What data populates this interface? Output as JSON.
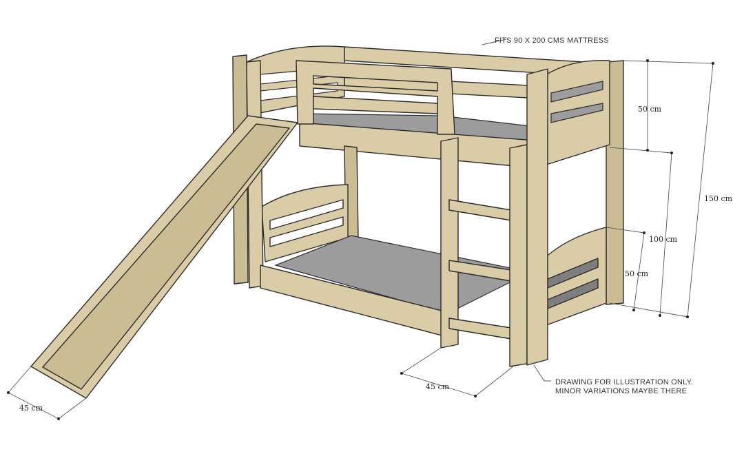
{
  "notes": {
    "mattress": "FITS 90 X 200 CMS MATTRESS",
    "disclaimer_line1": "DRAWING FOR ILLUSTRATION ONLY.",
    "disclaimer_line2": "MINOR VARIATIONS MAYBE THERE"
  },
  "dimensions": {
    "upper_rail_height": "50 cm",
    "total_height": "150 cm",
    "lower_to_upper_height": "100 cm",
    "lower_rail_height": "50 cm",
    "ladder_width": "45 cm",
    "slide_width": "45 cm"
  },
  "colors": {
    "wood": "#d9cca6",
    "mattress": "#9c9c9c",
    "outline": "#2b2b2b"
  }
}
